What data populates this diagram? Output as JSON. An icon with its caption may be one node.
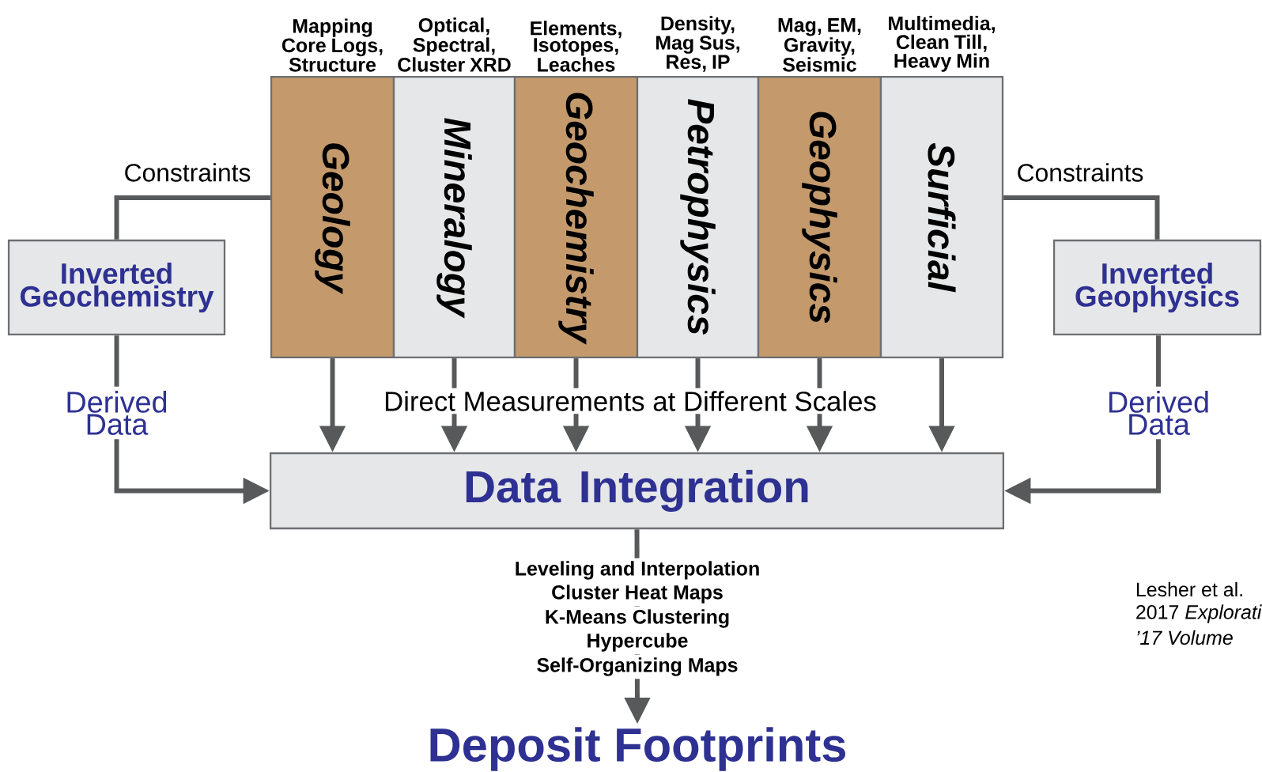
{
  "diagram": {
    "nodes": [
      {
        "text": [
          "Geology"
        ],
        "beside": [
          "Mapping Core Logs, Structure"
        ]
      },
      {
        "text": [
          "Mineralogy"
        ],
        "beside": [
          "Optical, Spectral, Cluster XRD"
        ]
      },
      {
        "text": [
          "Geochemistry"
        ],
        "beside": [
          "Elements, Isotopes, Leaches"
        ]
      },
      {
        "text": [
          "Petrophysics"
        ],
        "beside": [
          "Density, Mag Sus, Res, IP"
        ]
      },
      {
        "text": [
          "Geophysics"
        ],
        "beside": [
          "Mag, EM, Gravity, Seismic"
        ]
      },
      {
        "text": [
          "Surficial"
        ],
        "beside": [
          "Multimedia, Clean Till, Heavy Min"
        ]
      },
      {
        "text": [
          "Inverted Geochemistry"
        ]
      },
      {
        "text": [
          "Inverted Geophysics"
        ]
      },
      {
        "text": [
          "Data Integration"
        ]
      },
      {
        "text": [
          "Deposit Footprints"
        ]
      }
    ],
    "edges": [
      {
        "from": 0,
        "to": 6,
        "arrow": "none",
        "label": "Constraints"
      },
      {
        "from": 5,
        "to": 7,
        "arrow": "none",
        "label": "Constraints"
      },
      {
        "from": 6,
        "to": 8,
        "arrow": "to",
        "label": "Derived Data"
      },
      {
        "from": 7,
        "to": 8,
        "arrow": "to",
        "label": "Derived Data"
      },
      {
        "from": 0,
        "to": 8,
        "arrow": "to"
      },
      {
        "from": 1,
        "to": 8,
        "arrow": "to"
      },
      {
        "from": 2,
        "to": 8,
        "arrow": "to"
      },
      {
        "from": 3,
        "to": 8,
        "arrow": "to"
      },
      {
        "from": 4,
        "to": 8,
        "arrow": "to"
      },
      {
        "from": 5,
        "to": 8,
        "arrow": "to"
      },
      {
        "from": 8,
        "to": 9,
        "arrow": "to"
      }
    ],
    "labels": [
      "Direct Measurements at Different Scales",
      "Leveling and Interpolation",
      "Cluster Heat Maps",
      "K-Means Clustering",
      "Hypercube",
      "Self-Organizing Maps",
      "Lesher et al.",
      "2017 *Explorati*",
      "’17 Volume"
    ]
  }
}
